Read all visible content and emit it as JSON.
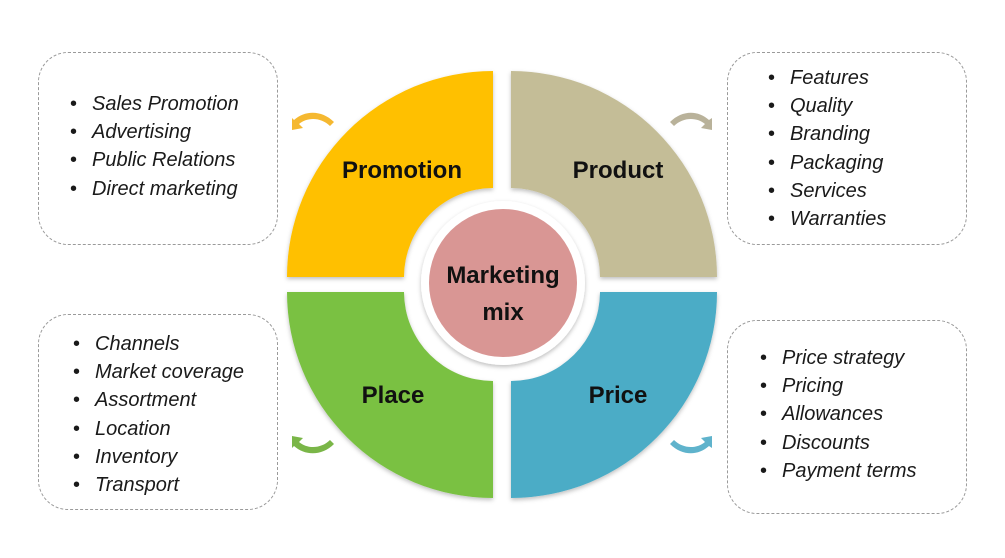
{
  "center": {
    "line1": "Marketing",
    "line2": "mix"
  },
  "colors": {
    "promotion": "#FFC000",
    "product": "#C4BD97",
    "place": "#7AC143",
    "price": "#4BACC6",
    "center": "#D99694",
    "arrow_promotion": "#F5B830",
    "arrow_product": "#B9B29A",
    "arrow_place": "#7AB648",
    "arrow_price": "#5FB3CC"
  },
  "quadrants": {
    "promotion": {
      "label": "Promotion",
      "items": [
        "Sales Promotion",
        "Advertising",
        "Public Relations",
        "Direct marketing"
      ]
    },
    "product": {
      "label": "Product",
      "items": [
        "Features",
        "Quality",
        "Branding",
        "Packaging",
        "Services",
        "Warranties"
      ]
    },
    "place": {
      "label": "Place",
      "items": [
        "Channels",
        "Market coverage",
        "Assortment",
        "Location",
        "Inventory",
        "Transport"
      ]
    },
    "price": {
      "label": "Price",
      "items": [
        "Price strategy",
        "Pricing",
        "Allowances",
        "Discounts",
        "Payment terms"
      ]
    }
  }
}
